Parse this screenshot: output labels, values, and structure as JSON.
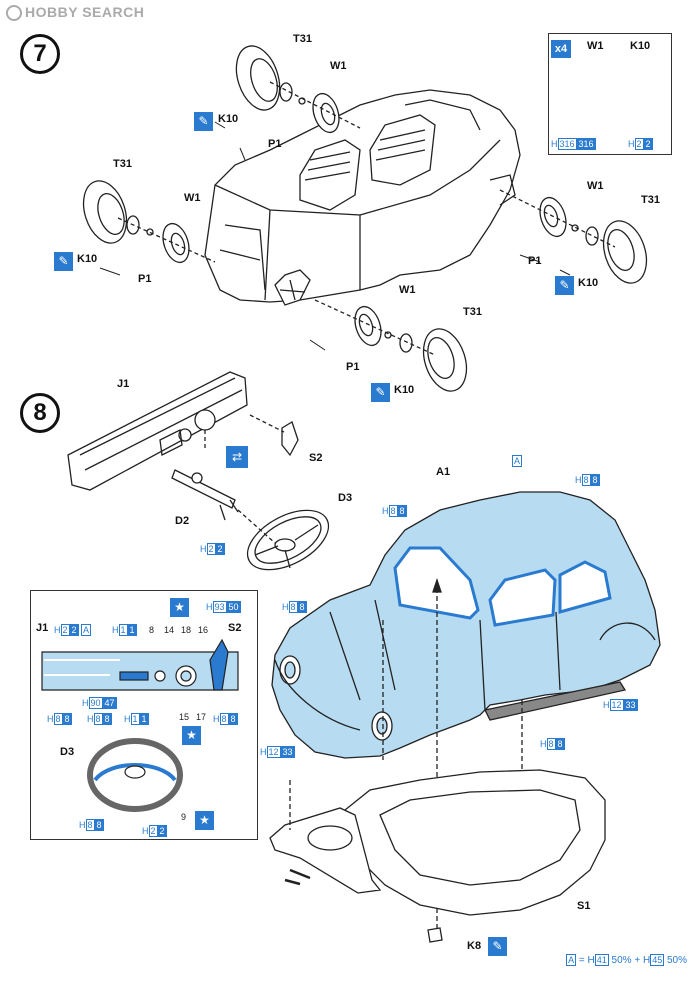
{
  "watermark": "HOBBY SEARCH",
  "colors": {
    "accent": "#2a7bd0",
    "body": "#b7dcf2",
    "line": "#222222"
  },
  "step7": {
    "number": "7",
    "labels": {
      "t31_a": "T31",
      "w1_a": "W1",
      "k10_a": "K10",
      "p1_a": "P1",
      "t31_b": "T31",
      "w1_b": "W1",
      "k10_b": "K10",
      "p1_b": "P1",
      "w1_c": "W1",
      "t31_c": "T31",
      "p1_c": "P1",
      "k10_c": "K10",
      "w1_d": "W1",
      "t31_d": "T31",
      "p1_d": "P1",
      "k10_d": "K10"
    },
    "inset": {
      "qty": "x4",
      "w1": "W1",
      "k10": "K10",
      "h_tire_prefix": "H",
      "h_tire_a": "316",
      "h_tire_b": "316",
      "h_center_prefix": "H",
      "h_center_a": "2",
      "h_center_b": "2"
    }
  },
  "step8": {
    "number": "8",
    "labels": {
      "j1": "J1",
      "s2": "S2",
      "d2": "D2",
      "d3": "D3",
      "a1": "A1",
      "s1": "S1",
      "k8": "K8"
    },
    "codes": {
      "d2_h": "H",
      "d2_a": "2",
      "d2_b": "2",
      "a_top": "A",
      "roof_h": "H",
      "roof_a": "8",
      "roof_b": "8",
      "win_h": "H",
      "win_a": "8",
      "win_b": "8",
      "hood_h": "H",
      "hood_a": "8",
      "hood_b": "8",
      "light_h": "H",
      "light_a": "12",
      "light_b": "33",
      "side_h": "H",
      "side_a": "12",
      "side_b": "33",
      "door_h": "H",
      "door_a": "8",
      "door_b": "8"
    },
    "panel": {
      "j1": "J1",
      "s2": "S2",
      "d3": "D3",
      "top_h": "H",
      "top_a": "2",
      "top_b": "2",
      "top_A": "A",
      "h1_h": "H",
      "h1_a": "1",
      "h1_b": "1",
      "n8": "8",
      "n14": "14",
      "n18": "18",
      "n16": "16",
      "h93_h": "H",
      "h93_a": "93",
      "h93_b": "50",
      "n15": "15",
      "n17": "17",
      "n9": "9",
      "bl_h": "H",
      "bl_a": "8",
      "bl_b": "8",
      "h90_h": "H",
      "h90_a": "90",
      "h90_b": "47",
      "mid_h": "H",
      "mid_a": "8",
      "mid_b": "8",
      "mid2_h": "H",
      "mid2_a": "1",
      "mid2_b": "1",
      "br_h": "H",
      "br_a": "8",
      "br_b": "8",
      "wheel_h": "H",
      "wheel_a": "8",
      "wheel_b": "8",
      "wheel2_h": "H",
      "wheel2_a": "2",
      "wheel2_b": "2"
    },
    "formula": {
      "a": "A",
      "eq": "=",
      "h1": "H",
      "h1n": "41",
      "p1": "50%",
      "plus": "+",
      "h2": "H",
      "h2n": "45",
      "p2": "50%"
    }
  }
}
